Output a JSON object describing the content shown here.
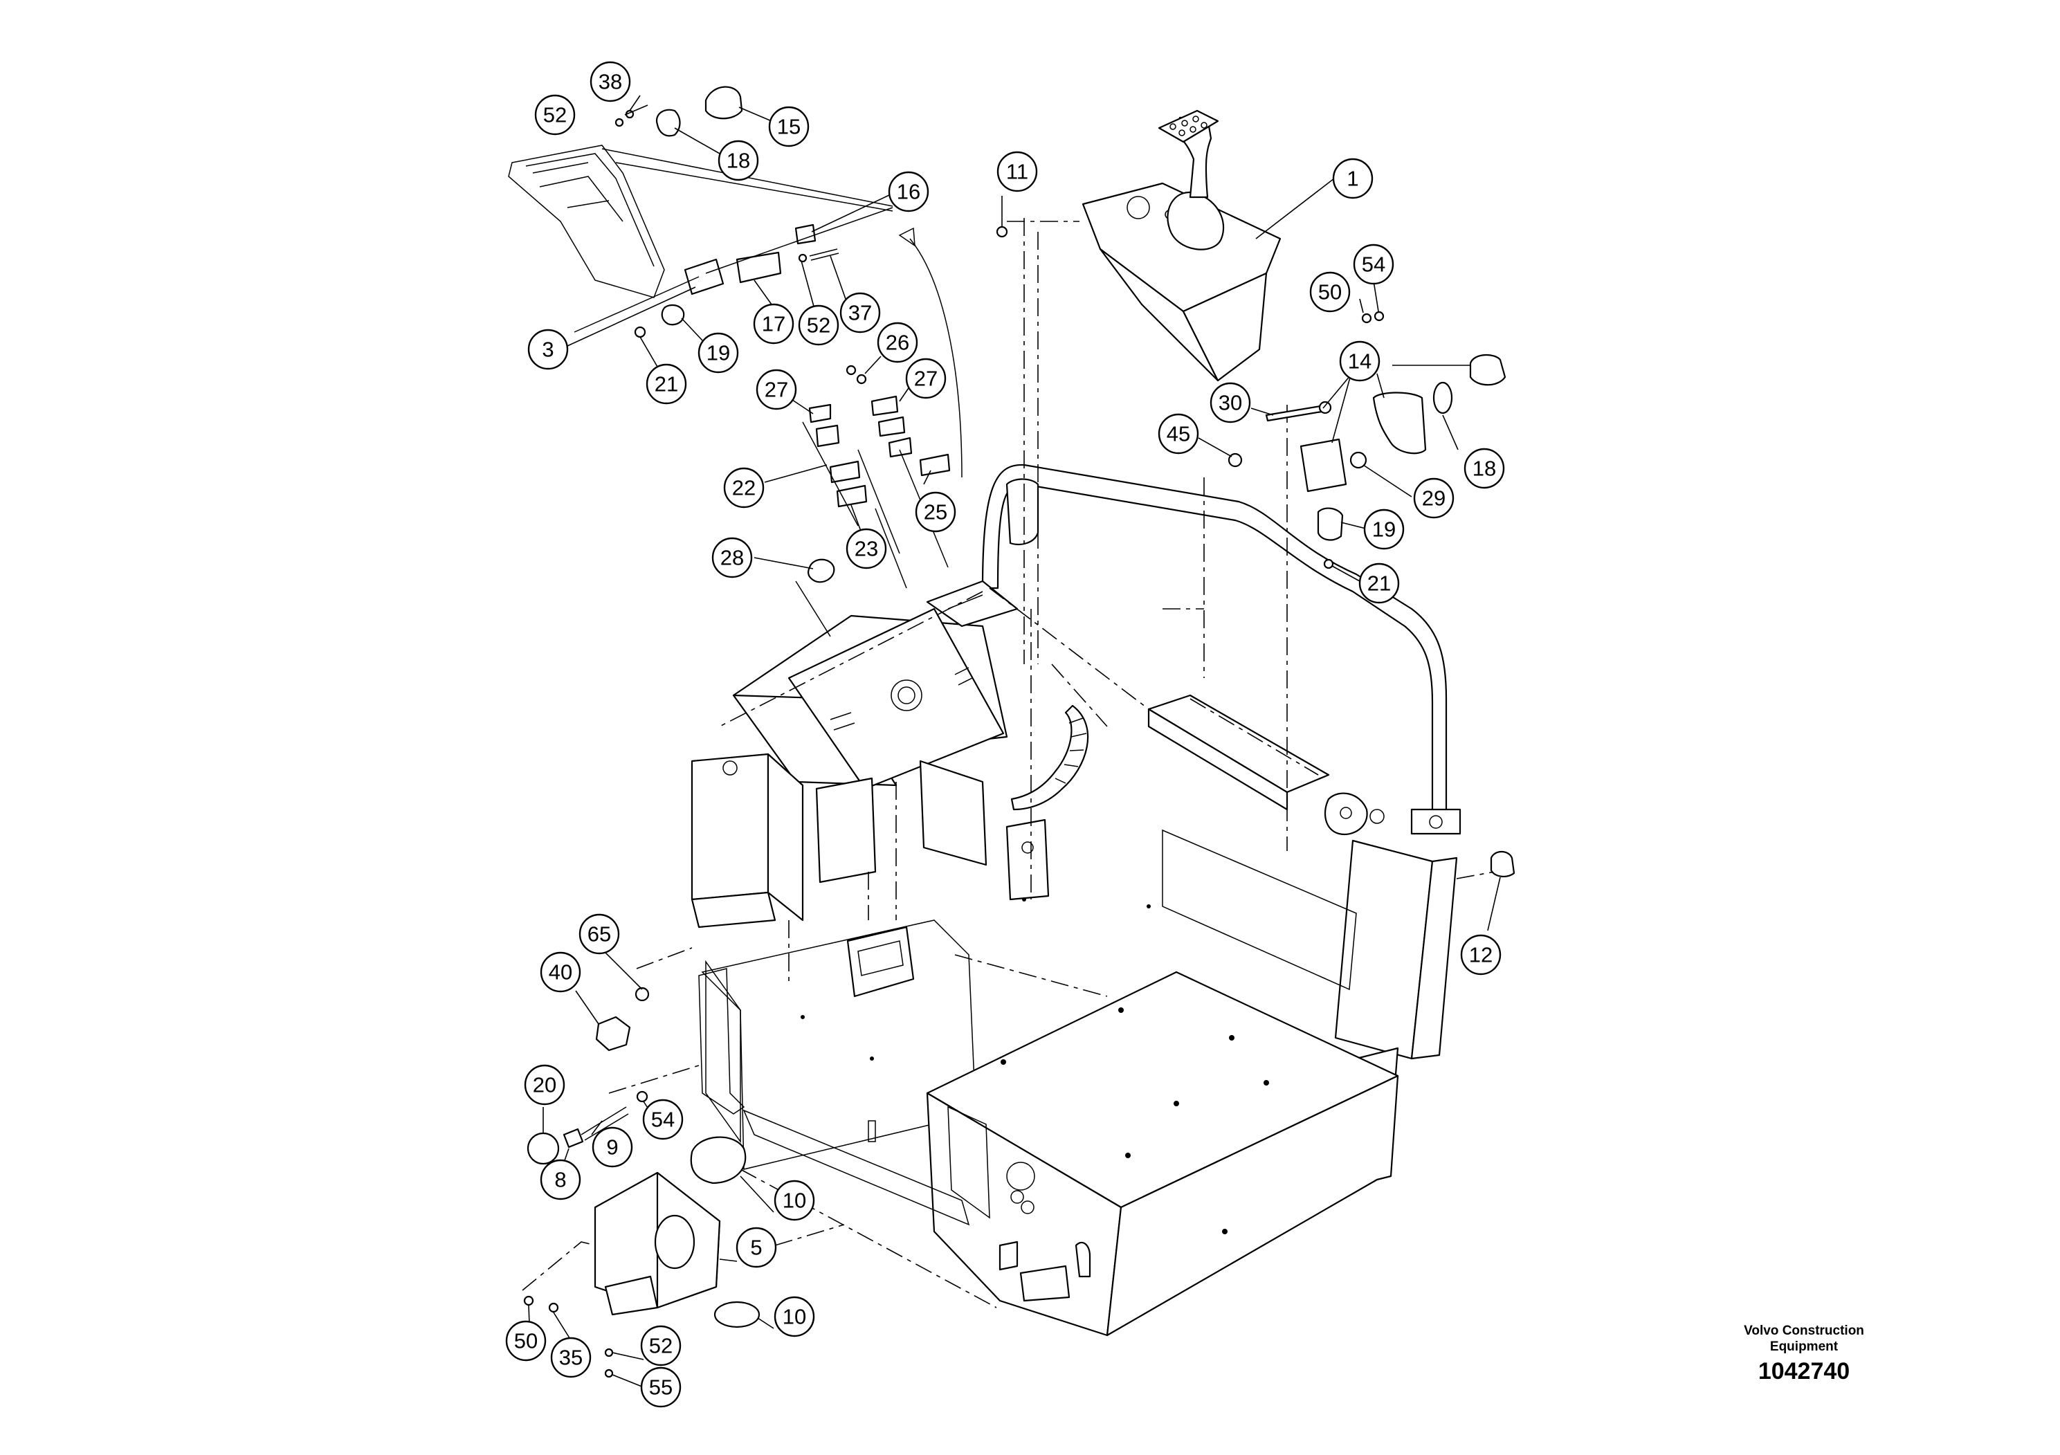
{
  "footer": {
    "brand": "Volvo Construction Equipment",
    "document_number": "1042740"
  },
  "callouts": [
    {
      "label": "38"
    },
    {
      "label": "52"
    },
    {
      "label": "15"
    },
    {
      "label": "18"
    },
    {
      "label": "16"
    },
    {
      "label": "3"
    },
    {
      "label": "17"
    },
    {
      "label": "52"
    },
    {
      "label": "37"
    },
    {
      "label": "19"
    },
    {
      "label": "21"
    },
    {
      "label": "26"
    },
    {
      "label": "27"
    },
    {
      "label": "27"
    },
    {
      "label": "22"
    },
    {
      "label": "25"
    },
    {
      "label": "23"
    },
    {
      "label": "28"
    },
    {
      "label": "11"
    },
    {
      "label": "1"
    },
    {
      "label": "50"
    },
    {
      "label": "54"
    },
    {
      "label": "14"
    },
    {
      "label": "30"
    },
    {
      "label": "45"
    },
    {
      "label": "18"
    },
    {
      "label": "29"
    },
    {
      "label": "19"
    },
    {
      "label": "21"
    },
    {
      "label": "12"
    },
    {
      "label": "65"
    },
    {
      "label": "40"
    },
    {
      "label": "20"
    },
    {
      "label": "54"
    },
    {
      "label": "9"
    },
    {
      "label": "8"
    },
    {
      "label": "10"
    },
    {
      "label": "5"
    },
    {
      "label": "10"
    },
    {
      "label": "50"
    },
    {
      "label": "35"
    },
    {
      "label": "52"
    },
    {
      "label": "55"
    }
  ]
}
